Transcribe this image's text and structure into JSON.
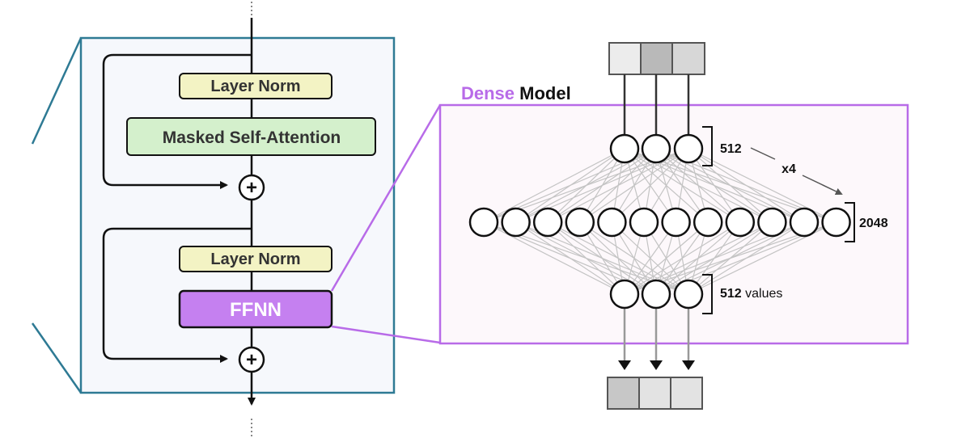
{
  "left_block": {
    "layer_norm_1": "Layer Norm",
    "attention": "Masked Self-Attention",
    "layer_norm_2": "Layer Norm",
    "ffnn": "FFNN",
    "plus": "+"
  },
  "dense_model": {
    "title_accent": "Dense",
    "title_rest": " Model",
    "top_count": "512",
    "multiplier": "x4",
    "hidden_count": "2048",
    "bottom_count": "512",
    "bottom_suffix": " values"
  },
  "colors": {
    "layer_norm_fill": "#f3f3c4",
    "attention_fill": "#d4f0cc",
    "ffnn_fill": "#c580f0",
    "accent_purple": "#b86be8",
    "block_border": "#2e7a94",
    "block_bg": "#f6f8fc",
    "panel_bg": "#fdf8fb",
    "input_cells": [
      "#ececec",
      "#b9b9b9",
      "#d7d7d7"
    ],
    "output_cells": [
      "#c7c7c7",
      "#e3e3e3",
      "#e3e3e3"
    ]
  }
}
